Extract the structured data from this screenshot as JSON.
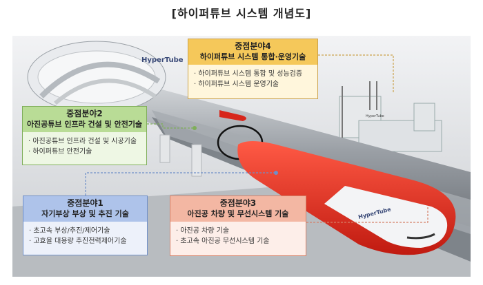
{
  "title": "[하이퍼튜브 시스템 개념도]",
  "logo_text": "HyperTube",
  "pod_text": "HyperTube",
  "station_text": "HyperTube",
  "boxes": {
    "f4": {
      "title": "중점분야4",
      "subtitle": "하이퍼튜브 시스템 통합·운영기술",
      "items": [
        "하이퍼튜브 시스템 통합 및 성능검증",
        "하이퍼튜브 시스템 운영기술"
      ]
    },
    "f2": {
      "title": "중점분야2",
      "subtitle": "아진공튜브 인프라 건설 및 안전기술",
      "items": [
        "아진공튜브 인프라 건설 및 시공기술",
        "하이퍼튜브 안전기술"
      ]
    },
    "f1": {
      "title": "중점분야1",
      "subtitle": "자기부상 부상 및 추진 기술",
      "items": [
        "초고속 부상/추진/제어기술",
        "고효율 대용량 추진전력제어기술"
      ]
    },
    "f3": {
      "title": "중점분야3",
      "subtitle": "아진공 차량 및 무선시스템 기술",
      "items": [
        "아진공 차량 기술",
        "초고속 아진공 무선시스템 기술"
      ]
    }
  },
  "colors": {
    "f1": "#6f8fc8",
    "f2": "#7fae5a",
    "f3": "#d58068",
    "f4": "#caa14a",
    "pod_red": "#e02a1e"
  }
}
